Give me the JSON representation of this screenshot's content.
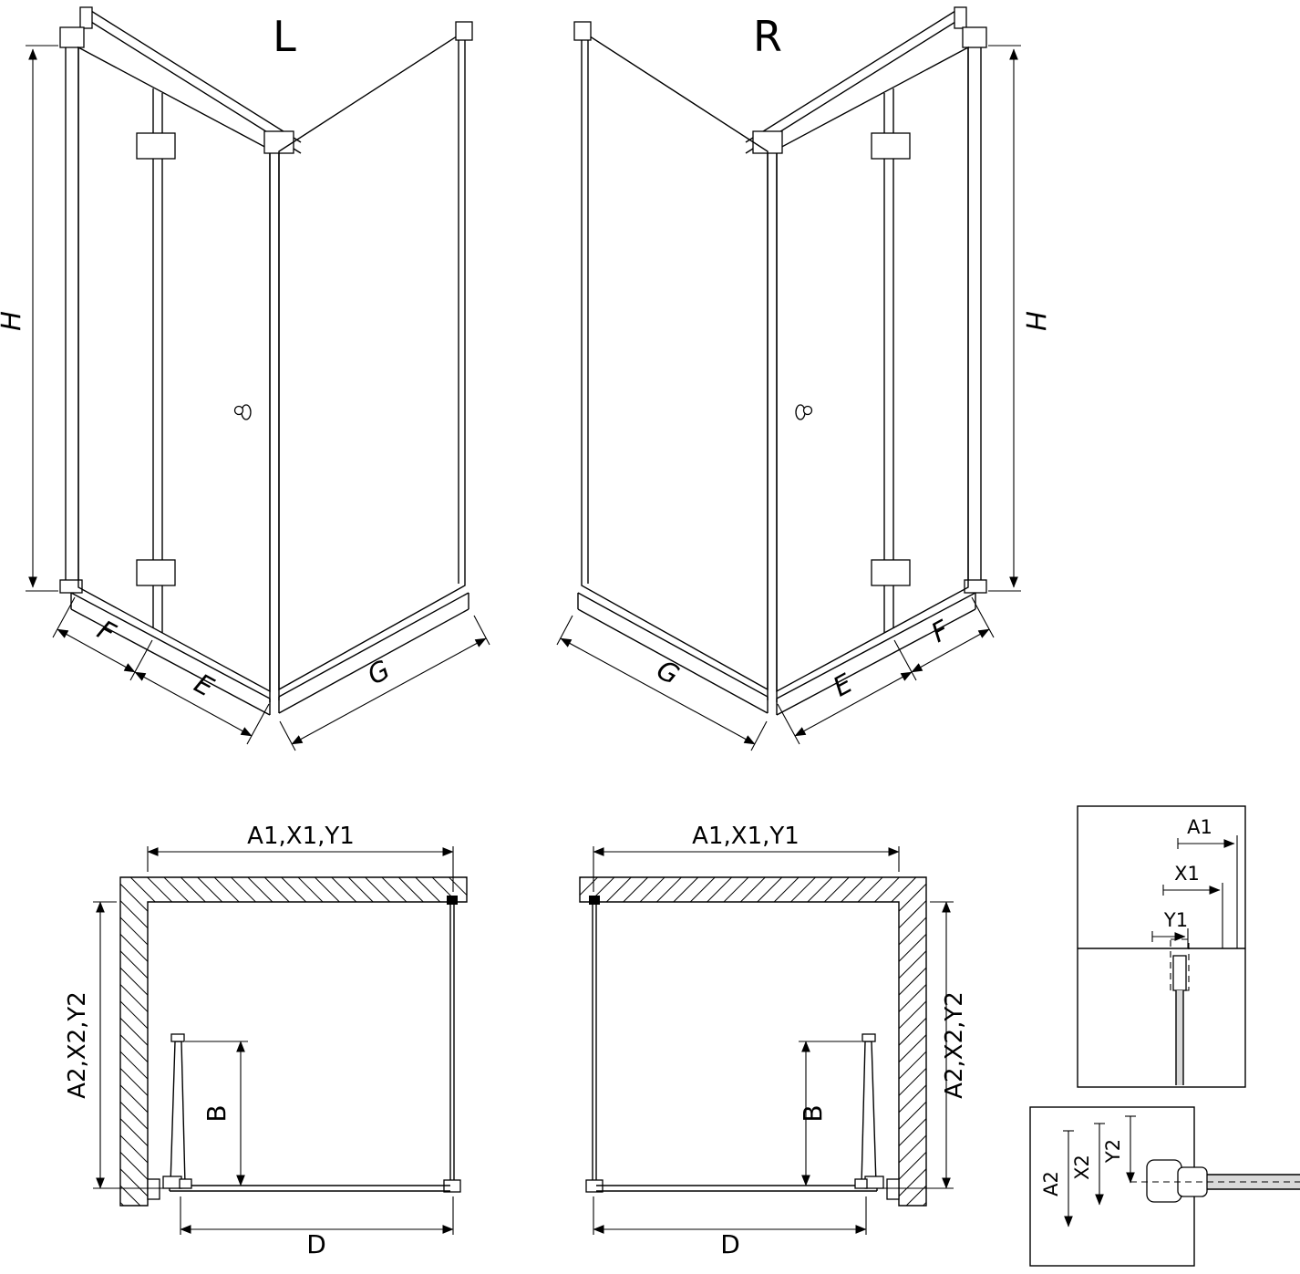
{
  "drawing": {
    "left_view_title": "L",
    "right_view_title": "R",
    "labels": {
      "height": "H",
      "width_f": "F",
      "width_e": "E",
      "width_g": "G",
      "plan_top": "A1,X1,Y1",
      "plan_side": "A2,X2,Y2",
      "door_depth": "B",
      "entry_width": "D",
      "detail_a1": "A1",
      "detail_x1": "X1",
      "detail_y1": "Y1",
      "detail_a2": "A2",
      "detail_x2": "X2",
      "detail_y2": "Y2"
    },
    "colors": {
      "line": "#000000",
      "background": "#ffffff",
      "glass_shade": "#d9d9d9"
    }
  }
}
